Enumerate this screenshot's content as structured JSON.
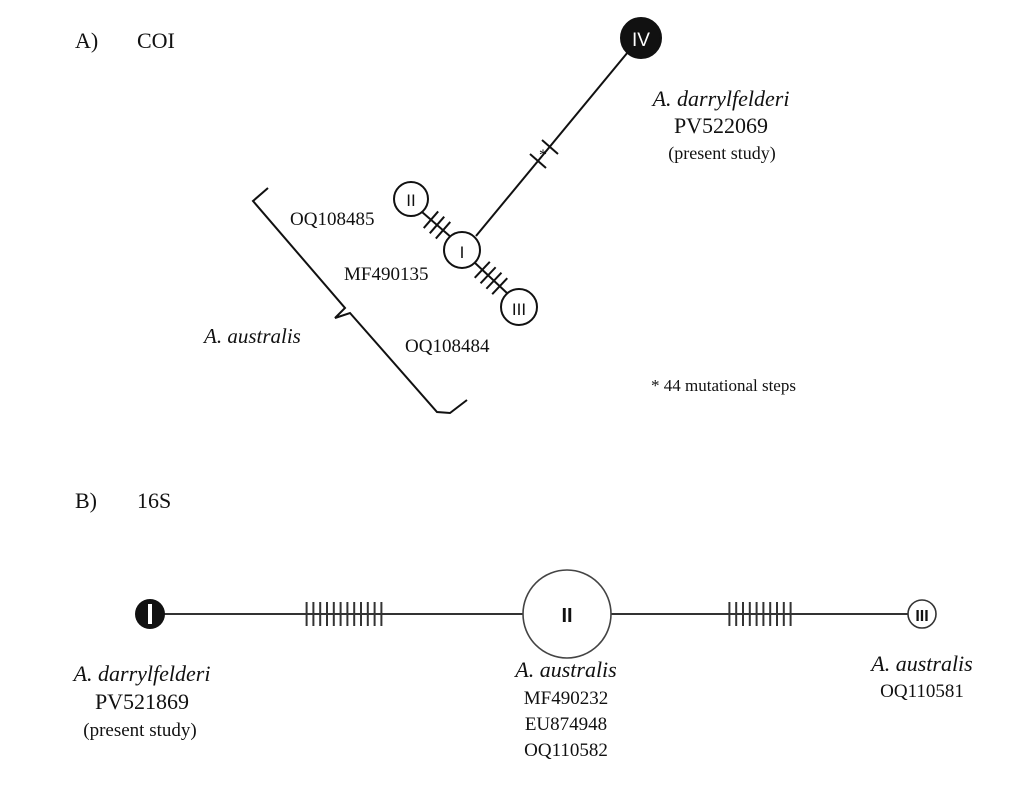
{
  "panels": [
    {
      "letter": "A)",
      "marker": "COI",
      "haplotypes": [
        {
          "id": "I",
          "filled": false,
          "accessions": [
            "MF490135"
          ],
          "species": ""
        },
        {
          "id": "II",
          "filled": false,
          "accessions": [
            "OQ108485"
          ],
          "species": ""
        },
        {
          "id": "III",
          "filled": false,
          "accessions": [
            "OQ108484"
          ],
          "species": ""
        },
        {
          "id": "IV",
          "filled": true,
          "accessions": [
            "PV522069"
          ],
          "species": "A. darrylfelderi",
          "note": "(present study)"
        }
      ],
      "edges": [
        {
          "from": "II",
          "to": "I",
          "steps": 3
        },
        {
          "from": "I",
          "to": "III",
          "steps": 4
        },
        {
          "from": "I",
          "to": "IV",
          "steps": 44,
          "broken": true,
          "break_symbol": "*"
        }
      ],
      "group_label": "A. australis",
      "footnote": "* 44 mutational steps"
    },
    {
      "letter": "B)",
      "marker": "16S",
      "haplotypes": [
        {
          "id": "I",
          "filled": true,
          "species": "A. darrylfelderi",
          "accessions": [
            "PV521869"
          ],
          "note": "(present study)"
        },
        {
          "id": "II",
          "filled": false,
          "species": "A. australis",
          "accessions": [
            "MF490232",
            "EU874948",
            "OQ110582"
          ]
        },
        {
          "id": "III",
          "filled": false,
          "species": "A. australis",
          "accessions": [
            "OQ110581"
          ]
        }
      ],
      "edges": [
        {
          "from": "I",
          "to": "II",
          "steps": 12
        },
        {
          "from": "II",
          "to": "III",
          "steps": 10
        }
      ]
    }
  ],
  "colors": {
    "ink": "#111111",
    "background": "#ffffff"
  }
}
